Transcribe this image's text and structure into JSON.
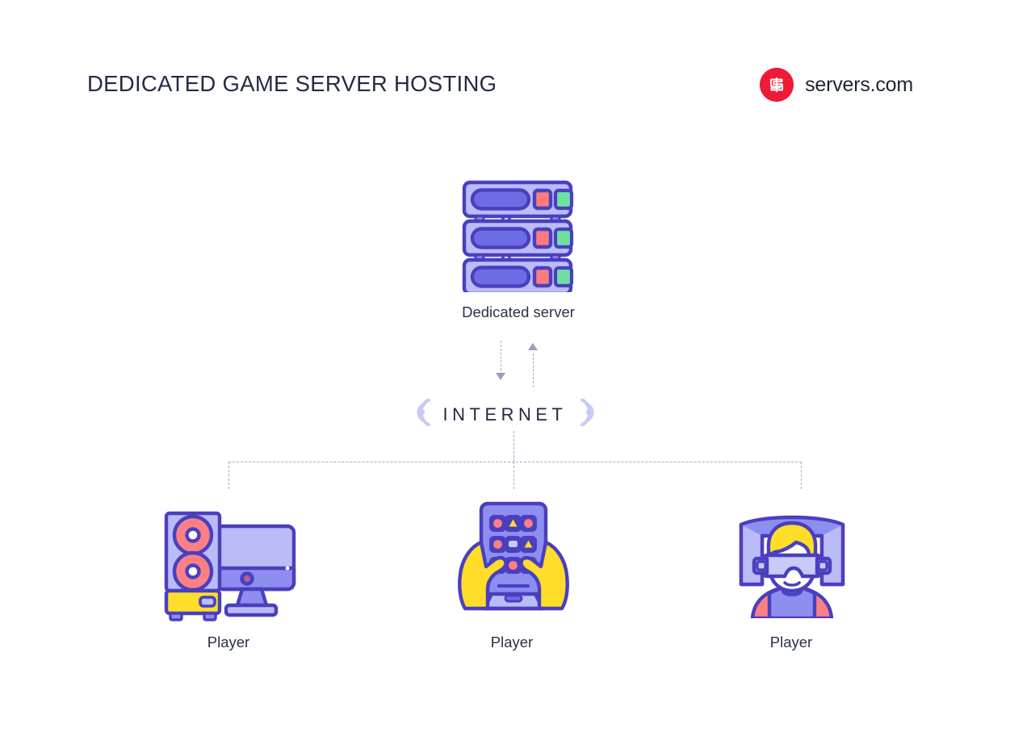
{
  "header": {
    "title": "DEDICATED GAME SERVER HOSTING",
    "brand_name": "servers.com",
    "brand_mark_icon": "servers-s-logo-icon",
    "brand_mark_color": "#ed1b35",
    "title_color": "#242c44"
  },
  "diagram": {
    "type": "network-topology",
    "background": "#ffffff",
    "server": {
      "icon": "dedicated-server-rack-icon",
      "caption": "Dedicated server",
      "units": 3,
      "unit_indicators": [
        "red",
        "green"
      ]
    },
    "internet": {
      "label": "INTERNET",
      "left_icon": "signal-waves-left-icon",
      "right_icon": "signal-waves-right-icon",
      "wave_color": "#c9caf5",
      "label_color": "#222a40"
    },
    "links": {
      "downlink_icon": "arrow-down-icon",
      "uplink_icon": "arrow-up-icon",
      "line_style": "dashed",
      "line_color": "#a9a8c6"
    },
    "clients": [
      {
        "icon": "desktop-pc-icon",
        "caption": "Player"
      },
      {
        "icon": "handheld-gamepad-icon",
        "caption": "Player"
      },
      {
        "icon": "vr-headset-player-icon",
        "caption": "Player"
      }
    ]
  },
  "palette": {
    "stroke_purple": "#4a3fbf",
    "fill_light_purple": "#b9bcf7",
    "fill_mid_purple": "#8d8ef0",
    "accent_yellow": "#ffdd28",
    "accent_red": "#fb7b7f",
    "accent_green": "#6fe0a0",
    "accent_pink": "#fb8086",
    "text_dark": "#242c44"
  }
}
